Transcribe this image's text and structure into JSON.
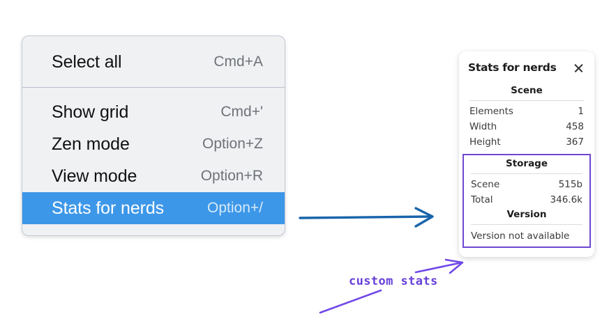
{
  "context_menu": {
    "groups": [
      {
        "name": "selection",
        "items": [
          {
            "label": "Select all",
            "shortcut": "Cmd+A",
            "selected": false
          }
        ]
      },
      {
        "name": "view",
        "items": [
          {
            "label": "Show grid",
            "shortcut": "Cmd+'",
            "selected": false
          },
          {
            "label": "Zen mode",
            "shortcut": "Option+Z",
            "selected": false
          },
          {
            "label": "View mode",
            "shortcut": "Option+R",
            "selected": false
          },
          {
            "label": "Stats for nerds",
            "shortcut": "Option+/",
            "selected": true
          }
        ]
      }
    ],
    "highlight_color": "#3d97e8",
    "background_color": "#f0f1f3"
  },
  "stats_panel": {
    "title": "Stats for nerds",
    "close_icon": "close-icon",
    "sections": [
      {
        "title": "Scene",
        "rows": [
          {
            "key": "Elements",
            "value": "1"
          },
          {
            "key": "Width",
            "value": "458"
          },
          {
            "key": "Height",
            "value": "367"
          }
        ]
      },
      {
        "title": "Storage",
        "rows": [
          {
            "key": "Scene",
            "value": "515b"
          },
          {
            "key": "Total",
            "value": "346.6k"
          }
        ]
      },
      {
        "title": "Version",
        "text": "Version not available"
      }
    ],
    "highlight_border_color": "#6f47d0"
  },
  "annotations": {
    "custom_stats_label": "custom stats",
    "ink_purple": "#6741d9",
    "ink_blue": "#1864ab"
  }
}
